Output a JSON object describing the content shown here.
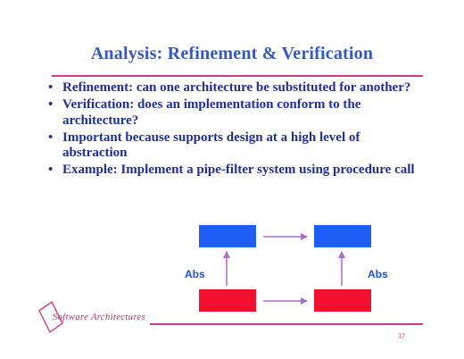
{
  "slide": {
    "title": "Analysis: Refinement & Verification",
    "bullets": [
      {
        "lead": "Refinement:",
        "rest": " can one architecture be substituted for another?"
      },
      {
        "lead": "Verification:",
        "rest": " does an implementation conform to the architecture?"
      },
      {
        "lead": "Important because supports design at a high level of abstraction",
        "rest": ""
      },
      {
        "lead": "Example: Implement a pipe-filter system using procedure call",
        "rest": ""
      }
    ],
    "diagram": {
      "label_left": "Abs",
      "label_right": "Abs",
      "top_box_color": "#1f5ef5",
      "bottom_box_color": "#f2102e",
      "arrow_color": "#b06ad6"
    },
    "footer": {
      "course": "Software Architectures",
      "page_number": "37"
    },
    "colors": {
      "title": "#3358c9",
      "body_text": "#1f2f99",
      "accent_rule": "#d23c8a"
    }
  }
}
